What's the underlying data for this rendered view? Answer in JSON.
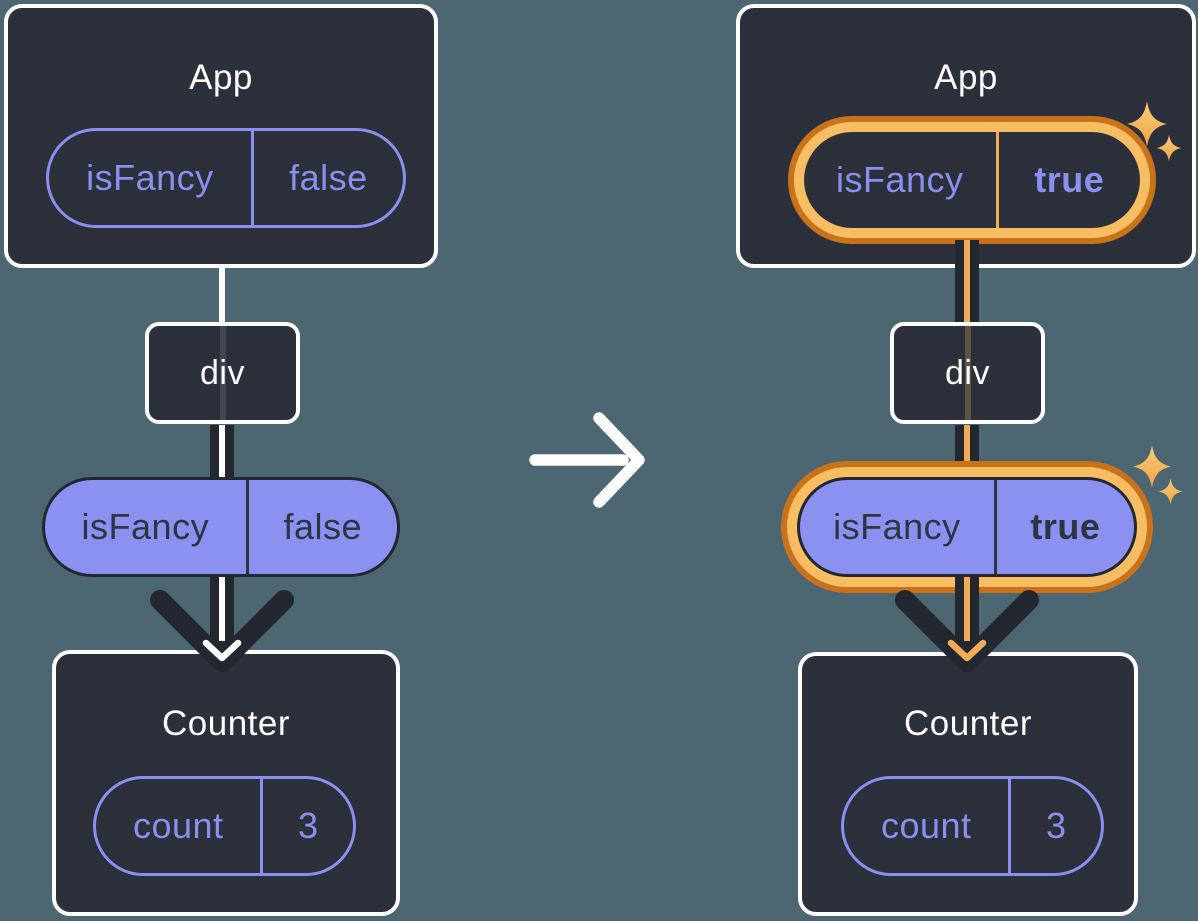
{
  "colors": {
    "bg": "#4C6771",
    "node_fill": "#2B303B",
    "node_border": "#FFFFFF",
    "purple": "#8A90F0",
    "purple_fill": "#8A91F0",
    "dark_text": "#2F3540",
    "ink": "#23272F",
    "white": "#FFFFFF",
    "orange_dark": "#C9721C",
    "orange_light": "#F6BD62",
    "orange_line": "#F2AC55"
  },
  "before": {
    "app": {
      "title": "App",
      "prop_name": "isFancy",
      "prop_value": "false"
    },
    "middle": {
      "label": "div"
    },
    "passed_prop": {
      "name": "isFancy",
      "value": "false"
    },
    "counter": {
      "title": "Counter",
      "state_name": "count",
      "state_value": "3"
    }
  },
  "after": {
    "app": {
      "title": "App",
      "prop_name": "isFancy",
      "prop_value": "true"
    },
    "middle": {
      "label": "div"
    },
    "passed_prop": {
      "name": "isFancy",
      "value": "true"
    },
    "counter": {
      "title": "Counter",
      "state_name": "count",
      "state_value": "3"
    }
  },
  "icons": {
    "transition_arrow": "right-arrow-icon",
    "down_arrow": "down-arrow-icon",
    "sparkle": "sparkle-icon"
  }
}
